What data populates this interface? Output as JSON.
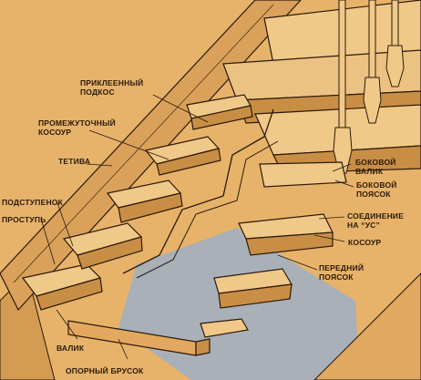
{
  "labels": {
    "prikleenny_podkos": [
      "ПРИКЛЕЕННЫЙ",
      "ПОДКОС"
    ],
    "promezhutochny_kosour": [
      "ПРОМЕЖУТОЧНЫЙ",
      "КОСОУР"
    ],
    "tetiva": "ТЕТИВА",
    "podstupenok": "ПОДСТУПЕНОК",
    "prostup": "ПРОСТУПЬ",
    "valik": "ВАЛИК",
    "oporny_brusok": "ОПОРНЫЙ  БРУСОК",
    "bokovoi_valik": [
      "БОКОВОЙ",
      "ВАЛИК"
    ],
    "bokovoi_poyasok": [
      "БОКОВОЙ",
      "ПОЯСОК"
    ],
    "soedinenie_na_us": [
      "СОЕДИНЕНИЕ",
      "НА “УС”"
    ],
    "kosour": "КОСОУР",
    "peredny_poyasok": [
      "ПЕРЕДНИЙ",
      "ПОЯСОК"
    ]
  },
  "colors": {
    "wood": "#e7b36a",
    "wood_light": "#f0c888",
    "wood_dark": "#c98e45",
    "floor_gray": "#a9b0b8",
    "ink": "#2b1a0c"
  }
}
